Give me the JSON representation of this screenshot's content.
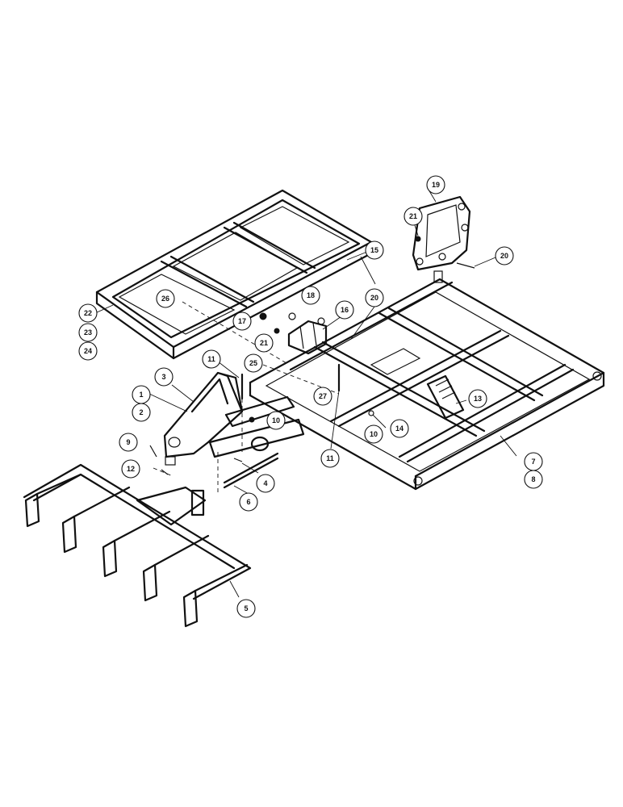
{
  "callouts": [
    {
      "id": "c1",
      "label": "1"
    },
    {
      "id": "c2",
      "label": "2"
    },
    {
      "id": "c3",
      "label": "3"
    },
    {
      "id": "c4",
      "label": "4"
    },
    {
      "id": "c5",
      "label": "5"
    },
    {
      "id": "c6",
      "label": "6"
    },
    {
      "id": "c7",
      "label": "7"
    },
    {
      "id": "c8",
      "label": "8"
    },
    {
      "id": "c9",
      "label": "9"
    },
    {
      "id": "c10a",
      "label": "10"
    },
    {
      "id": "c10b",
      "label": "10"
    },
    {
      "id": "c11a",
      "label": "11"
    },
    {
      "id": "c11b",
      "label": "11"
    },
    {
      "id": "c12",
      "label": "12"
    },
    {
      "id": "c13",
      "label": "13"
    },
    {
      "id": "c14",
      "label": "14"
    },
    {
      "id": "c15",
      "label": "15"
    },
    {
      "id": "c16",
      "label": "16"
    },
    {
      "id": "c17",
      "label": "17"
    },
    {
      "id": "c18",
      "label": "18"
    },
    {
      "id": "c19",
      "label": "19"
    },
    {
      "id": "c20a",
      "label": "20"
    },
    {
      "id": "c20b",
      "label": "20"
    },
    {
      "id": "c21a",
      "label": "21"
    },
    {
      "id": "c21b",
      "label": "21"
    },
    {
      "id": "c22",
      "label": "22"
    },
    {
      "id": "c23",
      "label": "23"
    },
    {
      "id": "c24",
      "label": "24"
    },
    {
      "id": "c25",
      "label": "25"
    },
    {
      "id": "c26",
      "label": "26"
    },
    {
      "id": "c27",
      "label": "27"
    }
  ]
}
